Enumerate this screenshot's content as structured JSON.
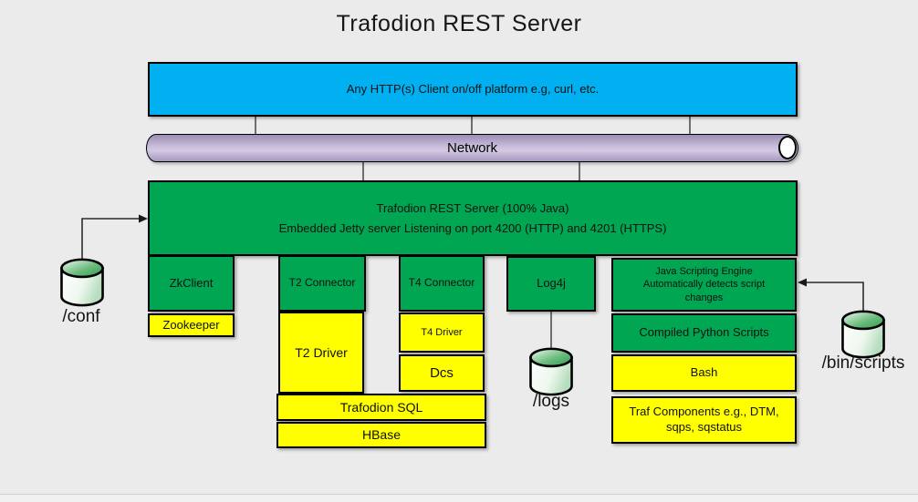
{
  "title": "Trafodion REST Server",
  "colors": {
    "client_blue": "#00b0f0",
    "component_green": "#00a651",
    "component_yellow": "#ffff00",
    "network_purple": "#b7a6cc",
    "background": "#ebebeb",
    "border": "#000000"
  },
  "client_box": {
    "label": "Any HTTP(s) Client on/off platform e.g, curl, etc."
  },
  "network": {
    "label": "Network"
  },
  "rest_server": {
    "line1": "Trafodion REST Server (100% Java)",
    "line2": "Embedded Jetty server Listening on port 4200 (HTTP) and 4201 (HTTPS)"
  },
  "components": {
    "zkclient": "ZkClient",
    "zookeeper": "Zookeeper",
    "t2_connector": "T2 Connector",
    "t2_driver": "T2 Driver",
    "t4_connector": "T4 Connector",
    "t4_driver": "T4 Driver",
    "dcs": "Dcs",
    "trafodion_sql": "Trafodion SQL",
    "hbase": "HBase",
    "log4j": "Log4j",
    "java_scripting": "Java Scripting Engine Automatically detects script changes",
    "compiled_python": "Compiled Python Scripts",
    "bash": "Bash",
    "traf_components": "Traf Components e.g., DTM, sqps, sqstatus"
  },
  "storage": {
    "conf": "/conf",
    "logs": "/logs",
    "bin_scripts": "/bin/scripts"
  }
}
